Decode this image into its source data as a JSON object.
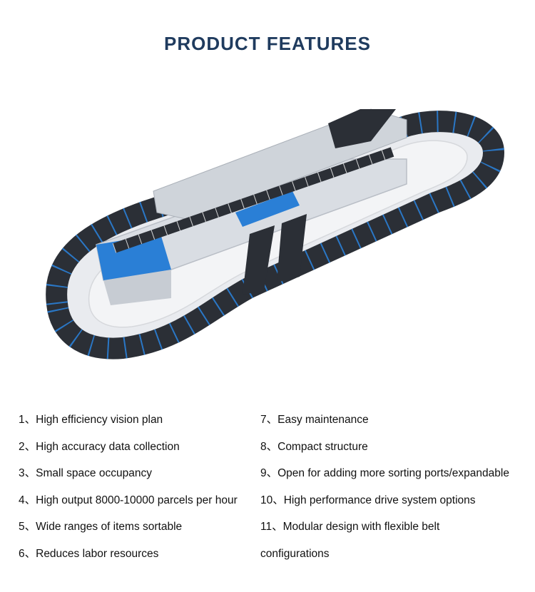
{
  "header": {
    "title": "PRODUCT FEATURES"
  },
  "colors": {
    "title": "#1f3b5e",
    "belt": "#2b2f36",
    "accent": "#2a7fd6",
    "frame": "#e6e8ec"
  },
  "features": {
    "left": [
      "1、High efficiency vision plan",
      "2、High accuracy data collection",
      "3、Small space occupancy",
      "4、High output 8000-10000 parcels per hour",
      "5、Wide ranges of items sortable",
      "6、Reduces labor resources"
    ],
    "right": [
      "7、Easy maintenance",
      "8、Compact structure",
      "9、Open for adding more sorting ports/expandable",
      "10、High performance drive system options",
      "11、Modular design with flexible belt",
      "configurations"
    ]
  }
}
